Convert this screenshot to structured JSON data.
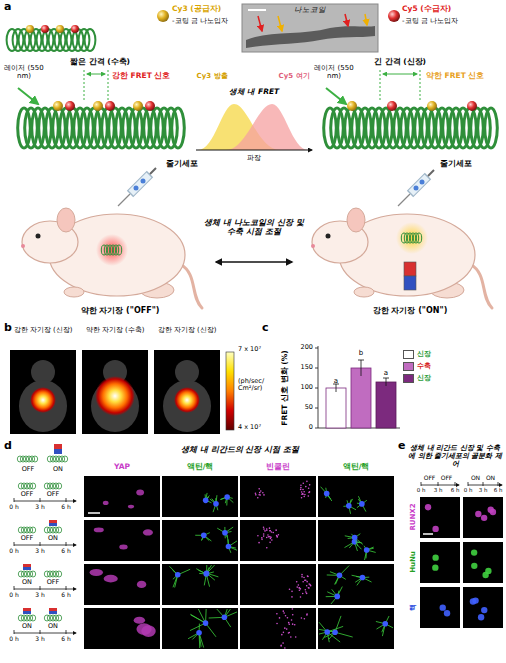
{
  "diagram": {
    "labels": [
      "a",
      "Cy3 (공급자)",
      "-코팅 금 나노입자",
      "나노코일",
      "Cy5 (수급자)",
      "-코팅 금 나노입자",
      "짧은 간격 (수축)",
      "레이저 (550 nm)",
      "강한 FRET 신호",
      "Cy3 방출",
      "생체 내 FRET",
      "Cy5 여기",
      "파장",
      "긴 간격 (신장)",
      "레이저 (550 nm)",
      "약한 FRET 신호",
      "줄기세포",
      "줄기세포",
      "생체 내 나노코일의 신장 및 수축 시점 조절",
      "약한 자기장 (\"OFF\")",
      "강한 자기장 (\"ON\")",
      "b",
      "강한 자기장 (신장)",
      "약한 자기장 (수축)",
      "강한 자기장 (신장)",
      "7 x 10⁷",
      "(ph/sec/ Cm²/sr)",
      "4 x 10⁷",
      "c",
      "FRET 신호 변화 (%)",
      "200",
      "150",
      "100",
      "50",
      "0",
      "a",
      "b",
      "a",
      "d",
      "OFF",
      "ON",
      "생체 내 리간드의 신장 시점 조절",
      "YAP",
      "액틴/핵",
      "빈쿨린",
      "액틴/핵",
      "OFF",
      "OFF",
      "0 h",
      "3 h",
      "6 h",
      "OFF",
      "ON",
      "0 h",
      "3 h",
      "6 h",
      "ON",
      "OFF",
      "0 h",
      "3 h",
      "6 h",
      "ON",
      "ON",
      "0 h",
      "3 h",
      "6 h",
      "e",
      "생체 내 리간드 신장 및 수축에 의한 줄기세포의 골분화 제어",
      "OFF",
      "OFF",
      "0 h",
      "3 h",
      "6 h",
      "ON",
      "ON",
      "0 h",
      "3 h",
      "6 h",
      "RUNX2",
      "HuNu",
      "핵"
    ],
    "legend": [
      {
        "text": "신장",
        "color": "#ffffff"
      },
      {
        "text": "수축",
        "color": "#c06cc0"
      },
      {
        "text": "신장",
        "color": "#7c2a7e"
      }
    ]
  }
}
